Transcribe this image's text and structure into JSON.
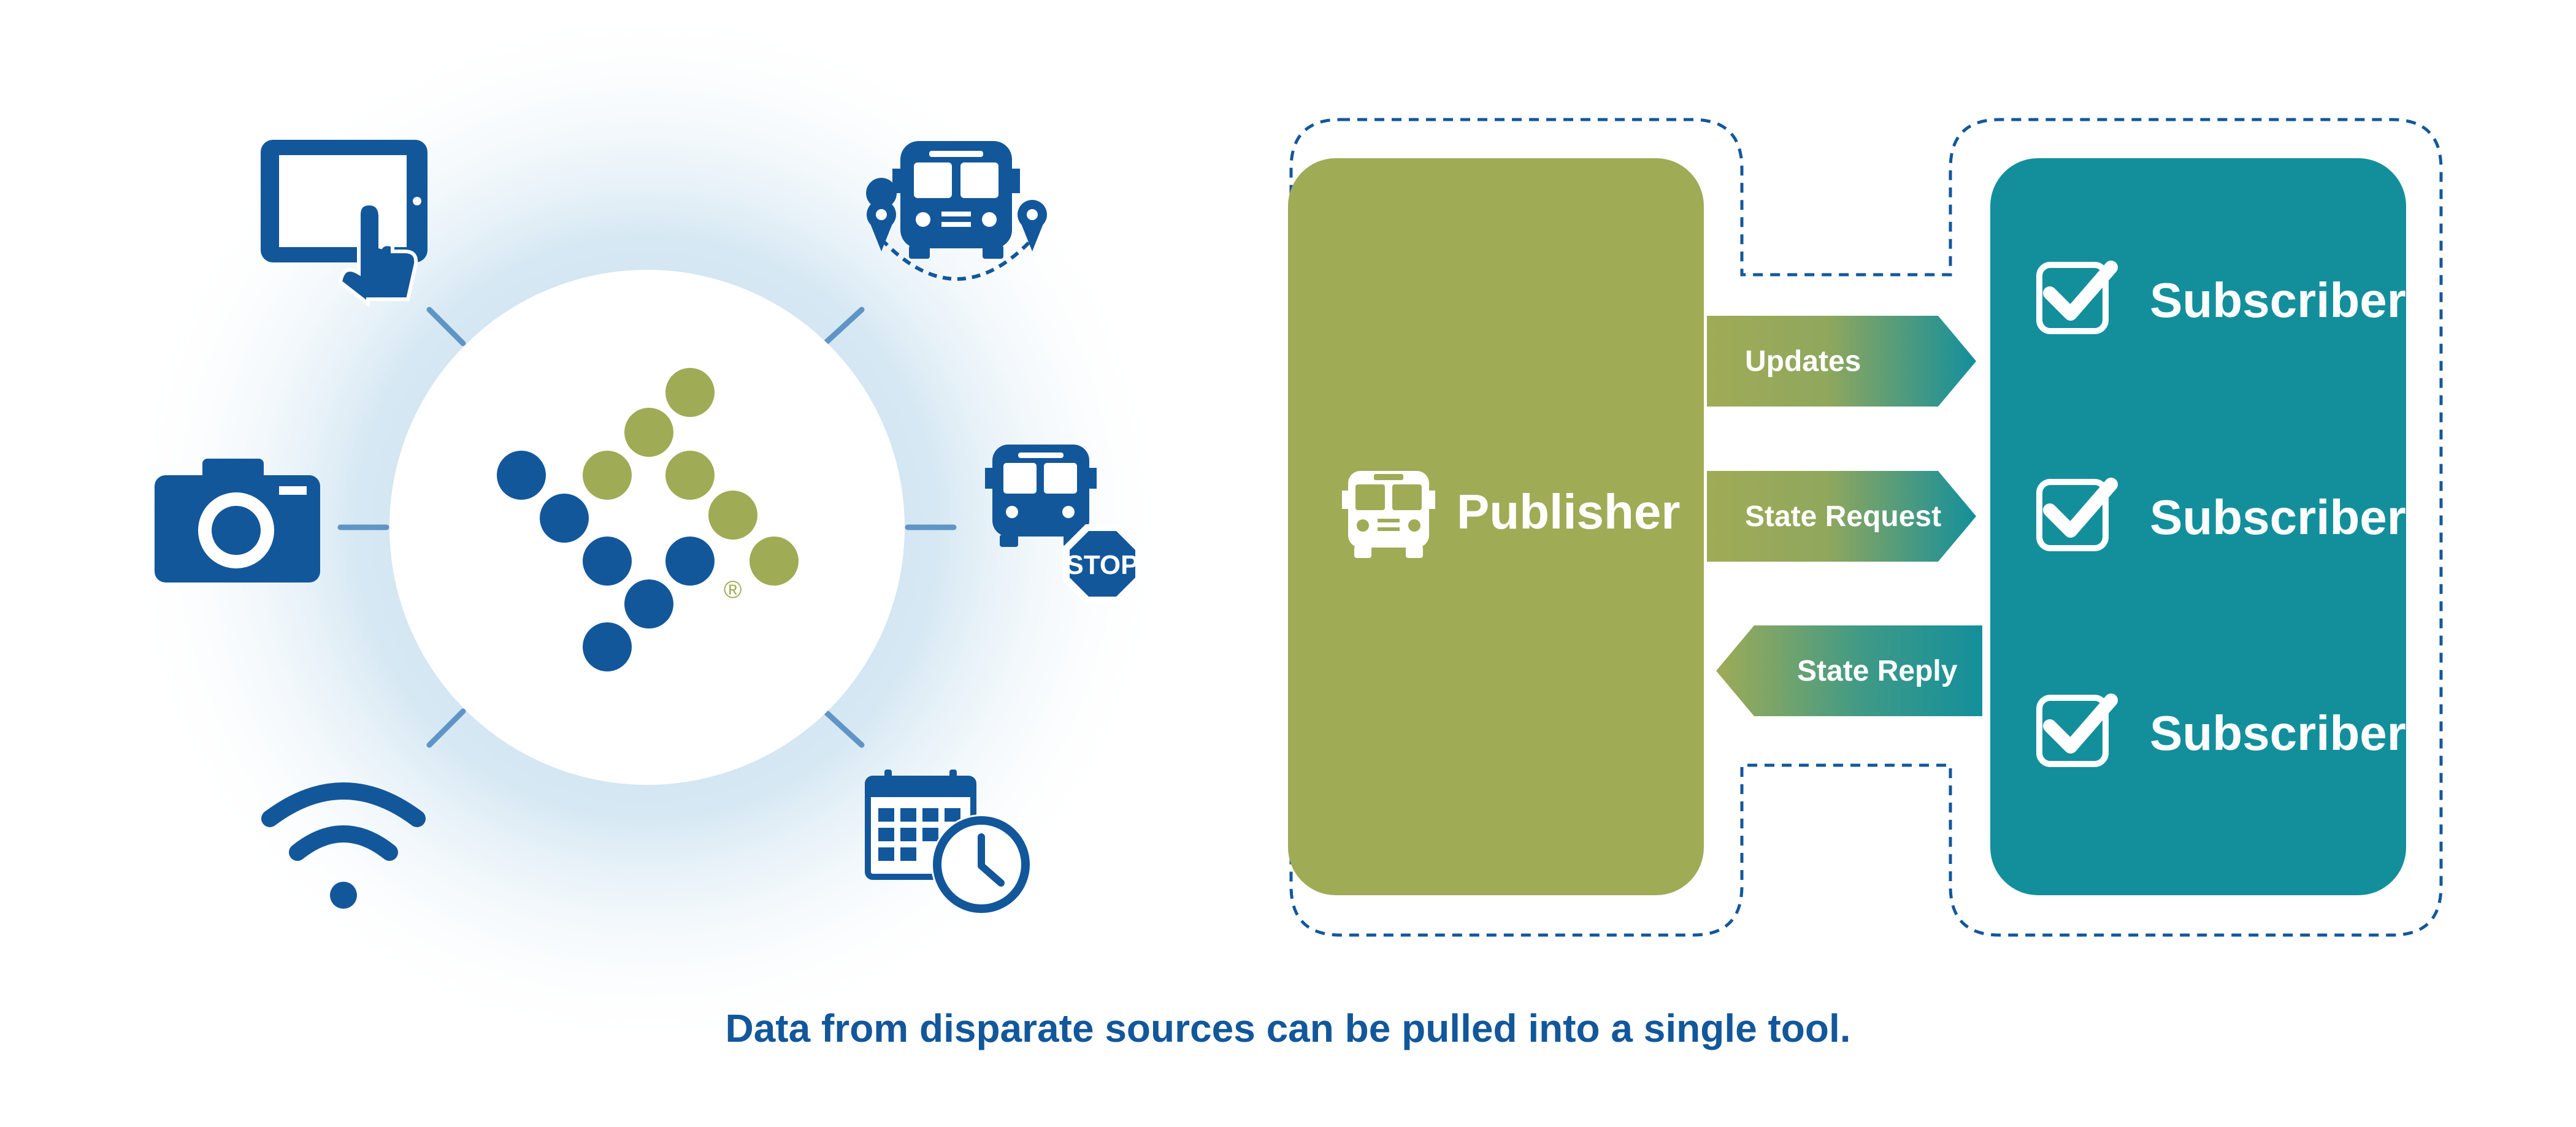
{
  "publisher": {
    "label": "Publisher"
  },
  "messages": {
    "updates": "Updates",
    "state_request": "State Request",
    "state_reply": "State Reply"
  },
  "subscribers": [
    {
      "label": "Subscriber"
    },
    {
      "label": "Subscriber"
    },
    {
      "label": "Subscriber"
    }
  ],
  "logo": {
    "registered_mark": "®"
  },
  "stop_sign": {
    "text": "STOP"
  },
  "caption": "Data from disparate sources can be pulled into a single tool.",
  "icons": [
    "tablet-touch-icon",
    "camera-icon",
    "wifi-icon",
    "bus-route-icon",
    "bus-stop-icon",
    "calendar-clock-icon",
    "school-bus-icon",
    "checkbox-icon"
  ],
  "colors": {
    "navy": "#13579b",
    "olive": "#a0ab56",
    "teal": "#138f9c",
    "glow": "#cfe4f1",
    "connector": "#5f95c6"
  }
}
